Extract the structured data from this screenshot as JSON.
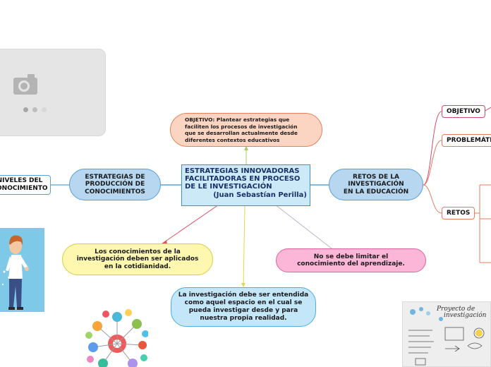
{
  "central": {
    "line1": "ESTRATEGIAS INNOVADORAS",
    "line2": "FACILITADORAS EN PROCESO",
    "line3": "DE LE INVESTIGACIÓN",
    "author": "(Juan Sebastían Perilla)"
  },
  "objective": {
    "text": "OBJETIVO: Plantear estrategias que faciliten los procesos de investigación que se desarrollan actualmente desde diferentes contextos educativos"
  },
  "left_node": {
    "text": "ESTRATEGIAS DE PRODUCCIÓN DE CONOCIMIENTOS"
  },
  "left_tag": {
    "line1": "NIVELES DEL",
    "line2": "CONOCIMIENTO"
  },
  "right_node": {
    "text": "RETOS DE LA INVESTIGACIÓN EN LA EDUCACIÓN"
  },
  "right_tags": {
    "objetivo": "OBJETIVO",
    "problematica": "PROBLEMÁTI",
    "retos": "RETOS"
  },
  "bottom_left": {
    "text": "Los conocimientos de la investigación deben ser aplicados en la cotidianidad."
  },
  "bottom_right": {
    "text": "No se debe limitar el conocimiento del aprendizaje."
  },
  "bottom_center": {
    "text": "La investigación debe ser entendida como aquel espacio en el cual se pueda investigar desde y para nuestra propia realidad."
  },
  "image_card": {
    "icon": "camera-icon"
  },
  "project_image": {
    "title_line1": "Proyecto de",
    "title_line2": "investigación"
  },
  "colors": {
    "central_fill": "#cce9f7",
    "central_border": "#3c8fc9",
    "objective_fill": "#fbd5c2",
    "objective_border": "#e8805a",
    "blue_fill": "#b7d7f0",
    "blue_border": "#5aa0d8",
    "yellow_fill": "#fdf7b0",
    "yellow_border": "#d9cf4a",
    "pink_fill": "#fbb6d8",
    "pink_border": "#e2649f",
    "cyan_fill": "#c3e6f9",
    "cyan_border": "#4aaee0"
  }
}
